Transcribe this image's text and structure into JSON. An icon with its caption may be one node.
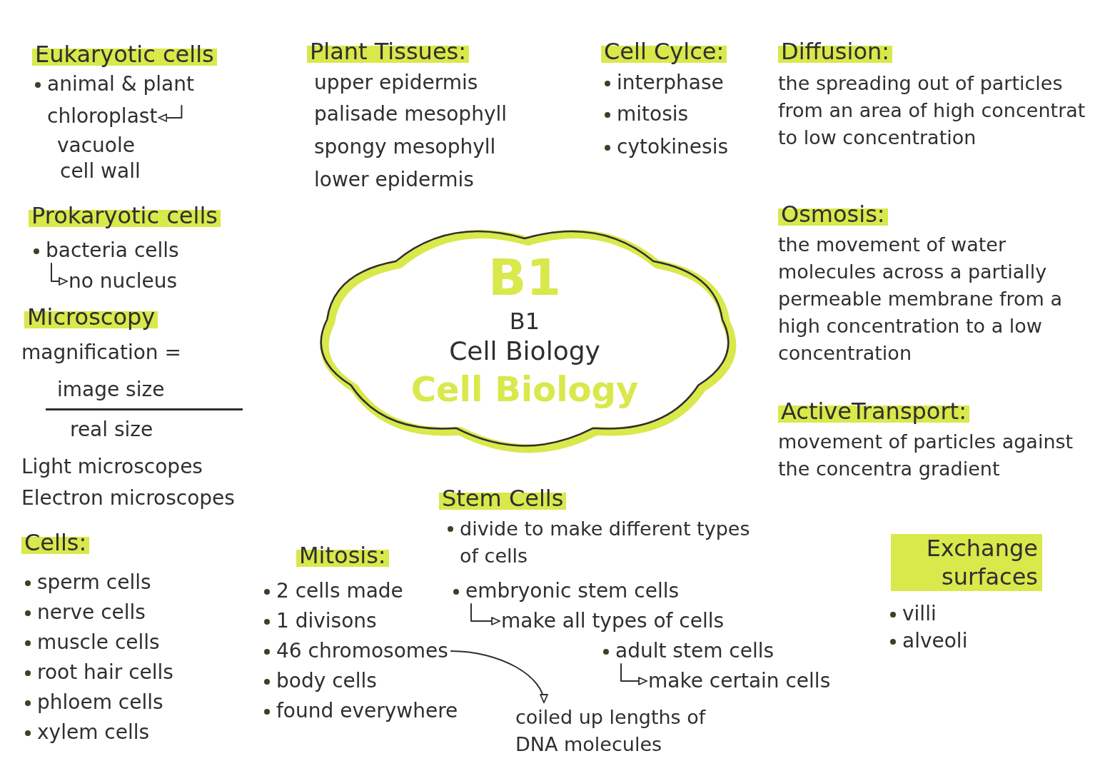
{
  "diagram": {
    "nodes": [
      {
        "text": [
          "B1",
          "B1",
          "Cell Biology",
          "Cell Biology"
        ]
      },
      {
        "text": [
          "chloroplast"
        ]
      },
      {
        "text": [
          "bacteria cells"
        ]
      },
      {
        "text": [
          "no nucleus"
        ]
      },
      {
        "text": [
          "embryonic stem cells"
        ]
      },
      {
        "text": [
          "make all types of cells"
        ]
      },
      {
        "text": [
          "adult stem cells"
        ]
      },
      {
        "text": [
          "make certain cells"
        ]
      },
      {
        "text": [
          "46 chromosomes"
        ]
      },
      {
        "text": [
          "coiled up lengths of DNA molecules"
        ]
      }
    ],
    "edges": [
      {
        "from": null,
        "to": 1,
        "arrow": "to"
      },
      {
        "from": 2,
        "to": 3,
        "arrow": "to"
      },
      {
        "from": 4,
        "to": 5,
        "arrow": "to"
      },
      {
        "from": 6,
        "to": 7,
        "arrow": "to"
      },
      {
        "from": 8,
        "to": 9,
        "arrow": "to"
      }
    ],
    "labels": [
      "Eukaryotic cells",
      "animal & plant",
      "vacuole",
      "cell wall",
      "Prokaryotic cells",
      "Microscopy",
      "magnification =",
      "image size",
      "real size",
      "Light microscopes",
      "Electron microscopes",
      "Cells:",
      "sperm cells",
      "nerve cells",
      "muscle cells",
      "root hair cells",
      "phloem cells",
      "xylem cells",
      "Plant Tissues:",
      "upper epidermis",
      "palisade mesophyll",
      "spongy mesophyll",
      "lower epidermis",
      "Cell Cylce:",
      "interphase",
      "mitosis",
      "cytokinesis",
      "Diffusion:",
      "the spreading out of particles from an area of high concentrat to low concentration",
      "Osmosis:",
      "the movement of water molecules across a partially permeable membrane from a high concentration to a low concentration",
      "ActiveTransport:",
      "movement of particles against the concentra gradient",
      "Stem Cells",
      "divide to make different types of cells",
      "Mitosis:",
      "2 cells made",
      "1 divisons",
      "body cells",
      "found everywhere",
      "Exchange surfaces",
      "villi",
      "alveoli"
    ]
  }
}
